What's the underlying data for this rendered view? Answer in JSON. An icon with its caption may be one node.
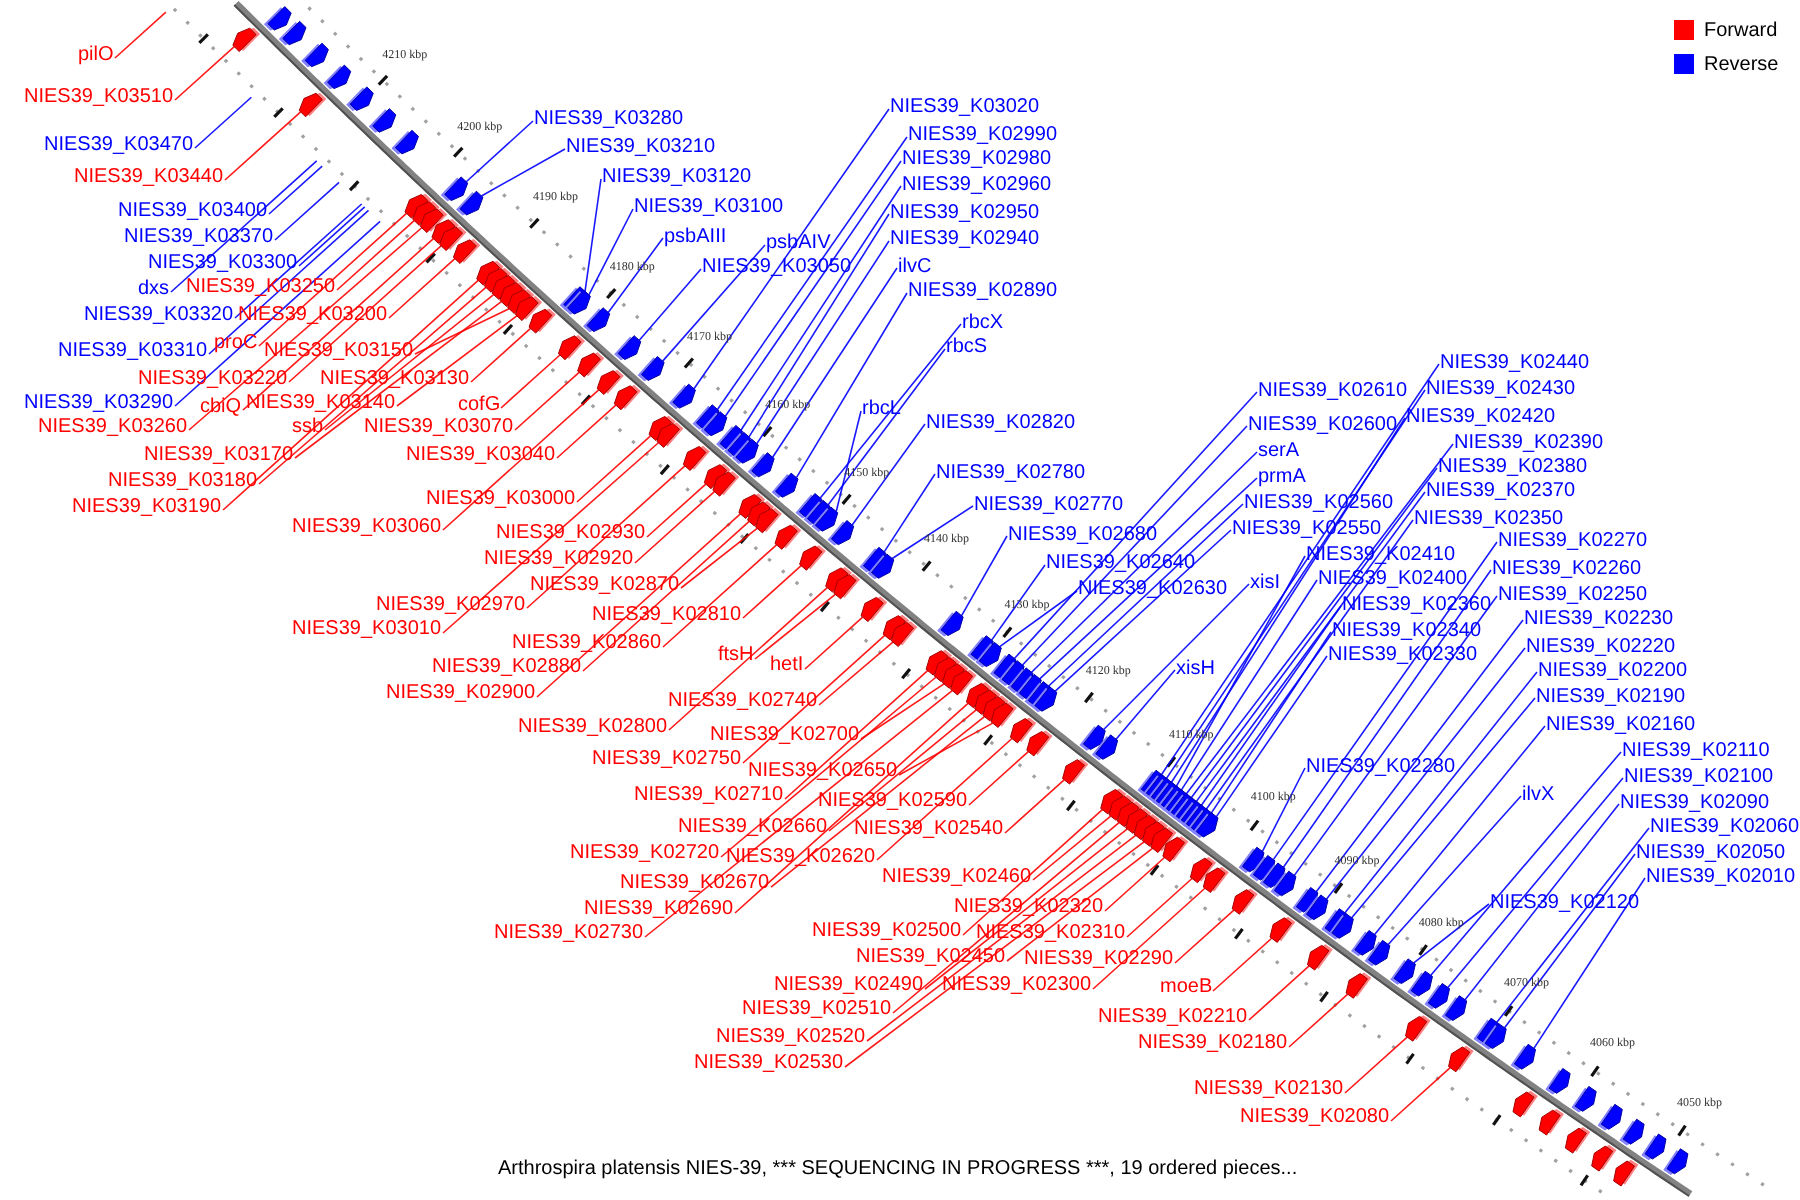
{
  "diagram": {
    "caption": "Arthrospira platensis NIES-39, *** SEQUENCING IN PROGRESS ***, 19 ordered pieces...",
    "nodes": [
      {
        "text": [
          "pilO"
        ]
      },
      {
        "text": [
          "NIES39_K03510"
        ]
      },
      {
        "text": [
          "NIES39_K03020"
        ]
      },
      {
        "text": [
          "NIES39_K03280"
        ]
      },
      {
        "text": [
          "NIES39_K02990"
        ]
      },
      {
        "text": [
          "NIES39_K03470"
        ]
      },
      {
        "text": [
          "NIES39_K03210"
        ]
      },
      {
        "text": [
          "NIES39_K02980"
        ]
      },
      {
        "text": [
          "NIES39_K03440"
        ]
      },
      {
        "text": [
          "NIES39_K03120"
        ]
      },
      {
        "text": [
          "NIES39_K02960"
        ]
      },
      {
        "text": [
          "NIES39_K03100"
        ]
      },
      {
        "text": [
          "NIES39_K03400"
        ]
      },
      {
        "text": [
          "NIES39_K02950"
        ]
      },
      {
        "text": [
          "NIES39_K03370"
        ]
      },
      {
        "text": [
          "psbAIII"
        ]
      },
      {
        "text": [
          "NIES39_K02940"
        ]
      },
      {
        "text": [
          "psbAIV"
        ]
      },
      {
        "text": [
          "NIES39_K03300"
        ]
      },
      {
        "text": [
          "ilvC"
        ]
      },
      {
        "text": [
          "NIES39_K03050"
        ]
      },
      {
        "text": [
          "NIES39_K03250"
        ]
      },
      {
        "text": [
          "dxs"
        ]
      },
      {
        "text": [
          "NIES39_K02890"
        ]
      },
      {
        "text": [
          "NIES39_K03320"
        ]
      },
      {
        "text": [
          "NIES39_K03200"
        ]
      },
      {
        "text": [
          "rbcX"
        ]
      },
      {
        "text": [
          "proC"
        ]
      },
      {
        "text": [
          "rbcS"
        ]
      },
      {
        "text": [
          "NIES39_K03310"
        ]
      },
      {
        "text": [
          "NIES39_K03150"
        ]
      },
      {
        "text": [
          "NIES39_K02440"
        ]
      },
      {
        "text": [
          "NIES39_K03220"
        ]
      },
      {
        "text": [
          "NIES39_K03130"
        ]
      },
      {
        "text": [
          "NIES39_K02430"
        ]
      },
      {
        "text": [
          "NIES39_K02610"
        ]
      },
      {
        "text": [
          "NIES39_K03290"
        ]
      },
      {
        "text": [
          "NIES39_K03140"
        ]
      },
      {
        "text": [
          "cofG"
        ]
      },
      {
        "text": [
          "cbiQ"
        ]
      },
      {
        "text": [
          "rbcL"
        ]
      },
      {
        "text": [
          "NIES39_K02420"
        ]
      },
      {
        "text": [
          "NIES39_K02820"
        ]
      },
      {
        "text": [
          "NIES39_K02600"
        ]
      },
      {
        "text": [
          "NIES39_K03260"
        ]
      },
      {
        "text": [
          "ssb"
        ]
      },
      {
        "text": [
          "NIES39_K03070"
        ]
      },
      {
        "text": [
          "NIES39_K02390"
        ]
      },
      {
        "text": [
          "serA"
        ]
      },
      {
        "text": [
          "NIES39_K03170"
        ]
      },
      {
        "text": [
          "NIES39_K03040"
        ]
      },
      {
        "text": [
          "NIES39_K02380"
        ]
      },
      {
        "text": [
          "NIES39_K02780"
        ]
      },
      {
        "text": [
          "prmA"
        ]
      },
      {
        "text": [
          "NIES39_K03180"
        ]
      },
      {
        "text": [
          "NIES39_K02370"
        ]
      },
      {
        "text": [
          "NIES39_K03000"
        ]
      },
      {
        "text": [
          "NIES39_K02560"
        ]
      },
      {
        "text": [
          "NIES39_K02770"
        ]
      },
      {
        "text": [
          "NIES39_K03190"
        ]
      },
      {
        "text": [
          "NIES39_K02350"
        ]
      },
      {
        "text": [
          "NIES39_K03060"
        ]
      },
      {
        "text": [
          "NIES39_K02550"
        ]
      },
      {
        "text": [
          "NIES39_K02930"
        ]
      },
      {
        "text": [
          "NIES39_K02680"
        ]
      },
      {
        "text": [
          "NIES39_K02270"
        ]
      },
      {
        "text": [
          "NIES39_K02410"
        ]
      },
      {
        "text": [
          "NIES39_K02920"
        ]
      },
      {
        "text": [
          "NIES39_K02640"
        ]
      },
      {
        "text": [
          "NIES39_K02260"
        ]
      },
      {
        "text": [
          "NIES39_K02400"
        ]
      },
      {
        "text": [
          "xisI"
        ]
      },
      {
        "text": [
          "NIES39_K02870"
        ]
      },
      {
        "text": [
          "NIES39_K02630"
        ]
      },
      {
        "text": [
          "NIES39_K02250"
        ]
      },
      {
        "text": [
          "NIES39_K02970"
        ]
      },
      {
        "text": [
          "NIES39_K02360"
        ]
      },
      {
        "text": [
          "NIES39_K02810"
        ]
      },
      {
        "text": [
          "NIES39_K02230"
        ]
      },
      {
        "text": [
          "NIES39_K03010"
        ]
      },
      {
        "text": [
          "NIES39_K02340"
        ]
      },
      {
        "text": [
          "NIES39_K02860"
        ]
      },
      {
        "text": [
          "NIES39_K02220"
        ]
      },
      {
        "text": [
          "NIES39_K02330"
        ]
      },
      {
        "text": [
          "ftsH"
        ]
      },
      {
        "text": [
          "hetI"
        ]
      },
      {
        "text": [
          "NIES39_K02880"
        ]
      },
      {
        "text": [
          "xisH"
        ]
      },
      {
        "text": [
          "NIES39_K02200"
        ]
      },
      {
        "text": [
          "NIES39_K02900"
        ]
      },
      {
        "text": [
          "NIES39_K02190"
        ]
      },
      {
        "text": [
          "NIES39_K02740"
        ]
      },
      {
        "text": [
          "NIES39_K02160"
        ]
      },
      {
        "text": [
          "NIES39_K02800"
        ]
      },
      {
        "text": [
          "NIES39_K02700"
        ]
      },
      {
        "text": [
          "NIES39_K02110"
        ]
      },
      {
        "text": [
          "NIES39_K02750"
        ]
      },
      {
        "text": [
          "NIES39_K02280"
        ]
      },
      {
        "text": [
          "NIES39_K02650"
        ]
      },
      {
        "text": [
          "NIES39_K02100"
        ]
      },
      {
        "text": [
          "ilvX"
        ]
      },
      {
        "text": [
          "NIES39_K02710"
        ]
      },
      {
        "text": [
          "NIES39_K02590"
        ]
      },
      {
        "text": [
          "NIES39_K02090"
        ]
      },
      {
        "text": [
          "NIES39_K02060"
        ]
      },
      {
        "text": [
          "NIES39_K02660"
        ]
      },
      {
        "text": [
          "NIES39_K02540"
        ]
      },
      {
        "text": [
          "NIES39_K02050"
        ]
      },
      {
        "text": [
          "NIES39_K02720"
        ]
      },
      {
        "text": [
          "NIES39_K02620"
        ]
      },
      {
        "text": [
          "NIES39_K02460"
        ]
      },
      {
        "text": [
          "NIES39_K02010"
        ]
      },
      {
        "text": [
          "NIES39_K02670"
        ]
      },
      {
        "text": [
          "NIES39_K02120"
        ]
      },
      {
        "text": [
          "NIES39_K02320"
        ]
      },
      {
        "text": [
          "NIES39_K02690"
        ]
      },
      {
        "text": [
          "NIES39_K02500"
        ]
      },
      {
        "text": [
          "NIES39_K02730"
        ]
      },
      {
        "text": [
          "NIES39_K02310"
        ]
      },
      {
        "text": [
          "NIES39_K02450"
        ]
      },
      {
        "text": [
          "NIES39_K02290"
        ]
      },
      {
        "text": [
          "NIES39_K02490"
        ]
      },
      {
        "text": [
          "NIES39_K02300"
        ]
      },
      {
        "text": [
          "moeB"
        ]
      },
      {
        "text": [
          "NIES39_K02510"
        ]
      },
      {
        "text": [
          "NIES39_K02210"
        ]
      },
      {
        "text": [
          "NIES39_K02520"
        ]
      },
      {
        "text": [
          "NIES39_K02180"
        ]
      },
      {
        "text": [
          "NIES39_K02530"
        ]
      },
      {
        "text": [
          "NIES39_K02130"
        ]
      },
      {
        "text": [
          "NIES39_K02080"
        ]
      },
      {
        "text": [],
        "shape": "pentagon"
      },
      {
        "text": [],
        "shape": "pentagon"
      },
      {
        "text": [],
        "shape": "pentagon"
      },
      {
        "text": [],
        "shape": "pentagon"
      },
      {
        "text": [],
        "shape": "pentagon"
      },
      {
        "text": [],
        "shape": "pentagon"
      },
      {
        "text": [],
        "shape": "pentagon"
      },
      {
        "text": [],
        "shape": "pentagon"
      },
      {
        "text": [],
        "shape": "pentagon"
      },
      {
        "text": [],
        "shape": "pentagon"
      },
      {
        "text": [],
        "shape": "pentagon"
      },
      {
        "text": [],
        "shape": "pentagon"
      },
      {
        "text": [],
        "shape": "pentagon"
      },
      {
        "text": [],
        "shape": "pentagon"
      },
      {
        "text": [],
        "shape": "pentagon"
      },
      {
        "text": [],
        "shape": "pentagon"
      },
      {
        "text": [],
        "shape": "pentagon"
      },
      {
        "text": [],
        "shape": "pentagon"
      },
      {
        "text": [],
        "shape": "pentagon"
      },
      {
        "text": [],
        "shape": "pentagon"
      },
      {
        "text": [],
        "shape": "pentagon"
      },
      {
        "text": [],
        "shape": "pentagon"
      },
      {
        "text": [],
        "shape": "pentagon"
      },
      {
        "text": [],
        "shape": "pentagon"
      },
      {
        "text": [],
        "shape": "pentagon"
      },
      {
        "text": [],
        "shape": "pentagon"
      },
      {
        "text": [],
        "shape": "pentagon"
      },
      {
        "text": [],
        "shape": "pentagon"
      },
      {
        "text": [],
        "shape": "pentagon"
      },
      {
        "text": [],
        "shape": "pentagon"
      },
      {
        "text": [],
        "shape": "pentagon"
      },
      {
        "text": [],
        "shape": "pentagon"
      },
      {
        "text": [],
        "shape": "pentagon"
      },
      {
        "text": [],
        "shape": "pentagon"
      },
      {
        "text": [],
        "shape": "pentagon"
      },
      {
        "text": [],
        "shape": "pentagon"
      },
      {
        "text": [],
        "shape": "pentagon"
      },
      {
        "text": [],
        "shape": "pentagon"
      },
      {
        "text": [],
        "shape": "pentagon"
      },
      {
        "text": [],
        "shape": "pentagon"
      },
      {
        "text": [],
        "shape": "pentagon"
      },
      {
        "text": [],
        "shape": "pentagon"
      },
      {
        "text": [],
        "shape": "pentagon"
      },
      {
        "text": [],
        "shape": "pentagon"
      },
      {
        "text": [],
        "shape": "pentagon"
      },
      {
        "text": [],
        "shape": "pentagon"
      },
      {
        "text": [],
        "shape": "pentagon"
      },
      {
        "text": [],
        "shape": "pentagon"
      },
      {
        "text": [],
        "shape": "pentagon"
      },
      {
        "text": [],
        "shape": "pentagon"
      },
      {
        "text": [],
        "shape": "pentagon"
      },
      {
        "text": [],
        "shape": "pentagon"
      },
      {
        "text": [],
        "shape": "pentagon"
      },
      {
        "text": [],
        "shape": "pentagon"
      },
      {
        "text": [],
        "shape": "pentagon"
      },
      {
        "text": [],
        "shape": "pentagon"
      },
      {
        "text": [],
        "shape": "pentagon"
      },
      {
        "text": [],
        "shape": "pentagon"
      },
      {
        "text": [],
        "shape": "pentagon"
      },
      {
        "text": [],
        "shape": "pentagon"
      },
      {
        "text": [],
        "shape": "pentagon"
      },
      {
        "text": [],
        "shape": "pentagon"
      },
      {
        "text": [],
        "shape": "pentagon"
      },
      {
        "text": [],
        "shape": "pentagon"
      },
      {
        "text": [],
        "shape": "pentagon"
      },
      {
        "text": [],
        "shape": "pentagon"
      },
      {
        "text": [],
        "shape": "pentagon"
      },
      {
        "text": [],
        "shape": "pentagon"
      },
      {
        "text": [],
        "shape": "pentagon"
      },
      {
        "text": [],
        "shape": "pentagon"
      },
      {
        "text": [],
        "shape": "pentagon"
      },
      {
        "text": [],
        "shape": "pentagon"
      },
      {
        "text": [],
        "shape": "pentagon"
      },
      {
        "text": [],
        "shape": "pentagon"
      },
      {
        "text": [],
        "shape": "pentagon"
      },
      {
        "text": [],
        "shape": "pentagon"
      },
      {
        "text": [],
        "shape": "pentagon"
      },
      {
        "text": [],
        "shape": "pentagon"
      },
      {
        "text": [],
        "shape": "pentagon"
      },
      {
        "text": [],
        "shape": "pentagon"
      },
      {
        "text": [],
        "shape": "pentagon"
      },
      {
        "text": [],
        "shape": "pentagon"
      },
      {
        "text": [],
        "shape": "pentagon"
      },
      {
        "text": [],
        "shape": "pentagon"
      },
      {
        "text": [],
        "shape": "pentagon"
      },
      {
        "text": [],
        "shape": "pentagon"
      },
      {
        "text": [],
        "shape": "pentagon"
      },
      {
        "text": [],
        "shape": "pentagon"
      },
      {
        "text": [],
        "shape": "pentagon"
      },
      {
        "text": [],
        "shape": "pentagon"
      },
      {
        "text": [],
        "shape": "pentagon"
      },
      {
        "text": [],
        "shape": "pentagon"
      },
      {
        "text": [],
        "shape": "pentagon"
      },
      {
        "text": [],
        "shape": "pentagon"
      },
      {
        "text": [],
        "shape": "pentagon"
      },
      {
        "text": [],
        "shape": "pentagon"
      },
      {
        "text": [],
        "shape": "pentagon"
      },
      {
        "text": [],
        "shape": "pentagon"
      },
      {
        "text": [],
        "shape": "pentagon"
      },
      {
        "text": [],
        "shape": "pentagon"
      },
      {
        "text": [],
        "shape": "pentagon"
      },
      {
        "text": [],
        "shape": "pentagon"
      },
      {
        "text": [],
        "shape": "pentagon"
      },
      {
        "text": [],
        "shape": "pentagon"
      },
      {
        "text": [],
        "shape": "pentagon"
      },
      {
        "text": [],
        "shape": "pentagon"
      },
      {
        "text": [],
        "shape": "pentagon"
      },
      {
        "text": [],
        "shape": "pentagon"
      },
      {
        "text": [],
        "shape": "pentagon"
      },
      {
        "text": [],
        "shape": "pentagon"
      },
      {
        "text": [],
        "shape": "pentagon"
      },
      {
        "text": [],
        "shape": "pentagon"
      },
      {
        "text": [],
        "shape": "pentagon"
      },
      {
        "text": [],
        "shape": "pentagon"
      },
      {
        "text": [],
        "shape": "pentagon"
      },
      {
        "text": [],
        "shape": "pentagon"
      },
      {
        "text": [],
        "shape": "pentagon"
      },
      {
        "text": [],
        "shape": "pentagon"
      },
      {
        "text": [],
        "shape": "pentagon"
      },
      {
        "text": [],
        "shape": "pentagon"
      },
      {
        "text": [],
        "shape": "pentagon"
      },
      {
        "text": [],
        "shape": "pentagon"
      },
      {
        "text": [],
        "shape": "pentagon"
      },
      {
        "text": [],
        "shape": "pentagon"
      },
      {
        "text": [],
        "shape": "pentagon"
      },
      {
        "text": [],
        "shape": "pentagon"
      },
      {
        "text": [],
        "shape": "pentagon"
      },
      {
        "text": [],
        "shape": "pentagon"
      },
      {
        "text": [],
        "shape": "pentagon"
      },
      {
        "text": [],
        "shape": "pentagon"
      },
      {
        "text": [],
        "shape": "pentagon"
      },
      {
        "text": [],
        "shape": "pentagon"
      },
      {
        "text": [],
        "shape": "pentagon"
      },
      {
        "text": [],
        "shape": "pentagon"
      },
      {
        "text": [],
        "shape": "pentagon"
      },
      {
        "text": [],
        "shape": "pentagon"
      },
      {
        "text": [],
        "shape": "pentagon"
      },
      {
        "text": [],
        "shape": "pentagon"
      },
      {
        "text": [],
        "shape": "pentagon"
      },
      {
        "text": [],
        "shape": "pentagon"
      }
    ],
    "edges": [
      {
        "from": 0,
        "to": null,
        "arrow": "none",
        "color": "#ff0000"
      },
      {
        "from": 1,
        "to": 131,
        "arrow": "none",
        "color": "#ff0000"
      },
      {
        "from": 2,
        "to": 211,
        "arrow": "none"
      },
      {
        "from": 3,
        "to": 204,
        "arrow": "none"
      },
      {
        "from": 4,
        "to": 212,
        "arrow": "none"
      },
      {
        "from": 5,
        "to": null,
        "arrow": "none"
      },
      {
        "from": 6,
        "to": 205,
        "arrow": "none"
      },
      {
        "from": 7,
        "to": 213,
        "arrow": "none"
      },
      {
        "from": 8,
        "to": 132,
        "arrow": "none",
        "color": "#ff0000"
      },
      {
        "from": 9,
        "to": 206,
        "arrow": "none"
      },
      {
        "from": 10,
        "to": 214,
        "arrow": "none"
      },
      {
        "from": 11,
        "to": 207,
        "arrow": "none"
      },
      {
        "from": 12,
        "to": null,
        "arrow": "none"
      },
      {
        "from": 13,
        "to": 215,
        "arrow": "none"
      },
      {
        "from": 14,
        "to": null,
        "arrow": "none"
      },
      {
        "from": 15,
        "to": 208,
        "arrow": "none"
      },
      {
        "from": 16,
        "to": 216,
        "arrow": "none"
      },
      {
        "from": 17,
        "to": 210,
        "arrow": "none"
      },
      {
        "from": 18,
        "to": null,
        "arrow": "none"
      },
      {
        "from": 19,
        "to": 217,
        "arrow": "none"
      },
      {
        "from": 20,
        "to": 209,
        "arrow": "none"
      },
      {
        "from": 21,
        "to": 134,
        "arrow": "none",
        "color": "#ff0000"
      },
      {
        "from": 22,
        "to": null,
        "arrow": "none"
      },
      {
        "from": 23,
        "to": 218,
        "arrow": "none"
      },
      {
        "from": 24,
        "to": null,
        "arrow": "none"
      },
      {
        "from": 25,
        "to": 138,
        "arrow": "none",
        "color": "#ff0000"
      },
      {
        "from": 26,
        "to": 219,
        "arrow": "none"
      },
      {
        "from": 27,
        "to": 133,
        "arrow": "none",
        "color": "#ff0000"
      },
      {
        "from": 28,
        "to": 220,
        "arrow": "none"
      },
      {
        "from": 29,
        "to": null,
        "arrow": "none"
      },
      {
        "from": 30,
        "to": 143,
        "arrow": "none",
        "color": "#ff0000"
      },
      {
        "from": 31,
        "to": 236,
        "arrow": "none"
      },
      {
        "from": 32,
        "to": 137,
        "arrow": "none",
        "color": "#ff0000"
      },
      {
        "from": 33,
        "to": 145,
        "arrow": "none",
        "color": "#ff0000"
      },
      {
        "from": 34,
        "to": 237,
        "arrow": "none"
      },
      {
        "from": 35,
        "to": 228,
        "arrow": "none"
      },
      {
        "from": 36,
        "to": null,
        "arrow": "none"
      },
      {
        "from": 37,
        "to": 144,
        "arrow": "none",
        "color": "#ff0000"
      },
      {
        "from": 38,
        "to": 146,
        "arrow": "none",
        "color": "#ff0000"
      },
      {
        "from": 39,
        "to": 136,
        "arrow": "none",
        "color": "#ff0000"
      },
      {
        "from": 40,
        "to": 221,
        "arrow": "none"
      },
      {
        "from": 41,
        "to": 238,
        "arrow": "none"
      },
      {
        "from": 42,
        "to": 222,
        "arrow": "none"
      },
      {
        "from": 43,
        "to": 229,
        "arrow": "none"
      },
      {
        "from": 44,
        "to": 135,
        "arrow": "none",
        "color": "#ff0000"
      },
      {
        "from": 45,
        "to": 141,
        "arrow": "none",
        "color": "#ff0000"
      },
      {
        "from": 46,
        "to": 147,
        "arrow": "none",
        "color": "#ff0000"
      },
      {
        "from": 47,
        "to": 241,
        "arrow": "none"
      },
      {
        "from": 48,
        "to": 230,
        "arrow": "none"
      },
      {
        "from": 49,
        "to": 142,
        "arrow": "none",
        "color": "#ff0000"
      },
      {
        "from": 50,
        "to": 149,
        "arrow": "none",
        "color": "#ff0000"
      },
      {
        "from": 51,
        "to": 242,
        "arrow": "none"
      },
      {
        "from": 52,
        "to": 223,
        "arrow": "none"
      },
      {
        "from": 53,
        "to": 231,
        "arrow": "none"
      },
      {
        "from": 54,
        "to": 140,
        "arrow": "none",
        "color": "#ff0000"
      },
      {
        "from": 55,
        "to": 243,
        "arrow": "none"
      },
      {
        "from": 56,
        "to": 150,
        "arrow": "none",
        "color": "#ff0000"
      },
      {
        "from": 57,
        "to": 232,
        "arrow": "none"
      },
      {
        "from": 58,
        "to": 224,
        "arrow": "none"
      },
      {
        "from": 59,
        "to": 139,
        "arrow": "none",
        "color": "#ff0000"
      },
      {
        "from": 60,
        "to": 245,
        "arrow": "none"
      },
      {
        "from": 61,
        "to": 148,
        "arrow": "none",
        "color": "#ff0000"
      },
      {
        "from": 62,
        "to": 233,
        "arrow": "none"
      },
      {
        "from": 63,
        "to": 153,
        "arrow": "none",
        "color": "#ff0000"
      },
      {
        "from": 64,
        "to": 225,
        "arrow": "none"
      },
      {
        "from": 65,
        "to": 249,
        "arrow": "none"
      },
      {
        "from": 66,
        "to": 239,
        "arrow": "none"
      },
      {
        "from": 67,
        "to": 154,
        "arrow": "none",
        "color": "#ff0000"
      },
      {
        "from": 68,
        "to": 226,
        "arrow": "none"
      },
      {
        "from": 69,
        "to": 250,
        "arrow": "none"
      },
      {
        "from": 70,
        "to": 240,
        "arrow": "none"
      },
      {
        "from": 71,
        "to": 234,
        "arrow": "none"
      },
      {
        "from": 72,
        "to": 157,
        "arrow": "none",
        "color": "#ff0000"
      },
      {
        "from": 73,
        "to": 227,
        "arrow": "none"
      },
      {
        "from": 74,
        "to": 251,
        "arrow": "none"
      },
      {
        "from": 75,
        "to": 152,
        "arrow": "none",
        "color": "#ff0000"
      },
      {
        "from": 76,
        "to": 244,
        "arrow": "none"
      },
      {
        "from": 77,
        "to": 159,
        "arrow": "none",
        "color": "#ff0000"
      },
      {
        "from": 78,
        "to": 252,
        "arrow": "none"
      },
      {
        "from": 79,
        "to": 151,
        "arrow": "none",
        "color": "#ff0000"
      },
      {
        "from": 80,
        "to": 246,
        "arrow": "none"
      },
      {
        "from": 81,
        "to": 158,
        "arrow": "none",
        "color": "#ff0000"
      },
      {
        "from": 82,
        "to": 253,
        "arrow": "none"
      },
      {
        "from": 83,
        "to": 247,
        "arrow": "none"
      },
      {
        "from": 84,
        "to": 161,
        "arrow": "none",
        "color": "#ff0000"
      },
      {
        "from": 85,
        "to": 162,
        "arrow": "none",
        "color": "#ff0000"
      },
      {
        "from": 86,
        "to": 156,
        "arrow": "none",
        "color": "#ff0000"
      },
      {
        "from": 87,
        "to": 235,
        "arrow": "none"
      },
      {
        "from": 88,
        "to": 254,
        "arrow": "none"
      },
      {
        "from": 89,
        "to": 155,
        "arrow": "none",
        "color": "#ff0000"
      },
      {
        "from": 90,
        "to": 255,
        "arrow": "none"
      },
      {
        "from": 91,
        "to": 164,
        "arrow": "none",
        "color": "#ff0000"
      },
      {
        "from": 92,
        "to": 256,
        "arrow": "none"
      },
      {
        "from": 93,
        "to": 160,
        "arrow": "none",
        "color": "#ff0000"
      },
      {
        "from": 94,
        "to": 167,
        "arrow": "none",
        "color": "#ff0000"
      },
      {
        "from": 95,
        "to": 259,
        "arrow": "none"
      },
      {
        "from": 96,
        "to": 163,
        "arrow": "none",
        "color": "#ff0000"
      },
      {
        "from": 97,
        "to": 248,
        "arrow": "none"
      },
      {
        "from": 98,
        "to": 172,
        "arrow": "none",
        "color": "#ff0000"
      },
      {
        "from": 99,
        "to": 260,
        "arrow": "none"
      },
      {
        "from": 100,
        "to": 257,
        "arrow": "none"
      },
      {
        "from": 101,
        "to": 165,
        "arrow": "none",
        "color": "#ff0000"
      },
      {
        "from": 102,
        "to": 174,
        "arrow": "none",
        "color": "#ff0000"
      },
      {
        "from": 103,
        "to": 261,
        "arrow": "none"
      },
      {
        "from": 104,
        "to": 262,
        "arrow": "none"
      },
      {
        "from": 105,
        "to": 170,
        "arrow": "none",
        "color": "#ff0000"
      },
      {
        "from": 106,
        "to": 175,
        "arrow": "none",
        "color": "#ff0000"
      },
      {
        "from": 107,
        "to": 263,
        "arrow": "none"
      },
      {
        "from": 108,
        "to": 166,
        "arrow": "none",
        "color": "#ff0000"
      },
      {
        "from": 109,
        "to": 173,
        "arrow": "none",
        "color": "#ff0000"
      },
      {
        "from": 110,
        "to": 177,
        "arrow": "none",
        "color": "#ff0000"
      },
      {
        "from": 111,
        "to": 264,
        "arrow": "none"
      },
      {
        "from": 112,
        "to": 171,
        "arrow": "none",
        "color": "#ff0000"
      },
      {
        "from": 113,
        "to": 258,
        "arrow": "none"
      },
      {
        "from": 114,
        "to": 183,
        "arrow": "none",
        "color": "#ff0000"
      },
      {
        "from": 115,
        "to": 169,
        "arrow": "none",
        "color": "#ff0000"
      },
      {
        "from": 116,
        "to": 176,
        "arrow": "none",
        "color": "#ff0000"
      },
      {
        "from": 117,
        "to": 168,
        "arrow": "none",
        "color": "#ff0000"
      },
      {
        "from": 118,
        "to": 184,
        "arrow": "none",
        "color": "#ff0000"
      },
      {
        "from": 119,
        "to": 182,
        "arrow": "none",
        "color": "#ff0000"
      },
      {
        "from": 120,
        "to": 186,
        "arrow": "none",
        "color": "#ff0000"
      },
      {
        "from": 121,
        "to": 179,
        "arrow": "none",
        "color": "#ff0000"
      },
      {
        "from": 122,
        "to": 185,
        "arrow": "none",
        "color": "#ff0000"
      },
      {
        "from": 123,
        "to": 187,
        "arrow": "none",
        "color": "#ff0000"
      },
      {
        "from": 124,
        "to": 178,
        "arrow": "none",
        "color": "#ff0000"
      },
      {
        "from": 125,
        "to": 188,
        "arrow": "none",
        "color": "#ff0000"
      },
      {
        "from": 126,
        "to": 180,
        "arrow": "none",
        "color": "#ff0000"
      },
      {
        "from": 127,
        "to": 189,
        "arrow": "none",
        "color": "#ff0000"
      },
      {
        "from": 128,
        "to": 181,
        "arrow": "none",
        "color": "#ff0000"
      },
      {
        "from": 129,
        "to": 190,
        "arrow": "none",
        "color": "#ff0000"
      },
      {
        "from": 130,
        "to": 191,
        "arrow": "none",
        "color": "#ff0000"
      }
    ],
    "labels": [
      "4210 kbp",
      "4200 kbp",
      "4190 kbp",
      "4180 kbp",
      "4170 kbp",
      "4160 kbp",
      "4150 kbp",
      "4140 kbp",
      "4130 kbp",
      "4120 kbp",
      "4110 kbp",
      "4100 kbp",
      "4090 kbp",
      "4080 kbp",
      "4070 kbp",
      "4060 kbp",
      "4050 kbp"
    ],
    "legend": [
      {
        "text": "Forward",
        "color": "#ff0000"
      },
      {
        "text": "Reverse",
        "color": "#0000ff"
      }
    ]
  }
}
